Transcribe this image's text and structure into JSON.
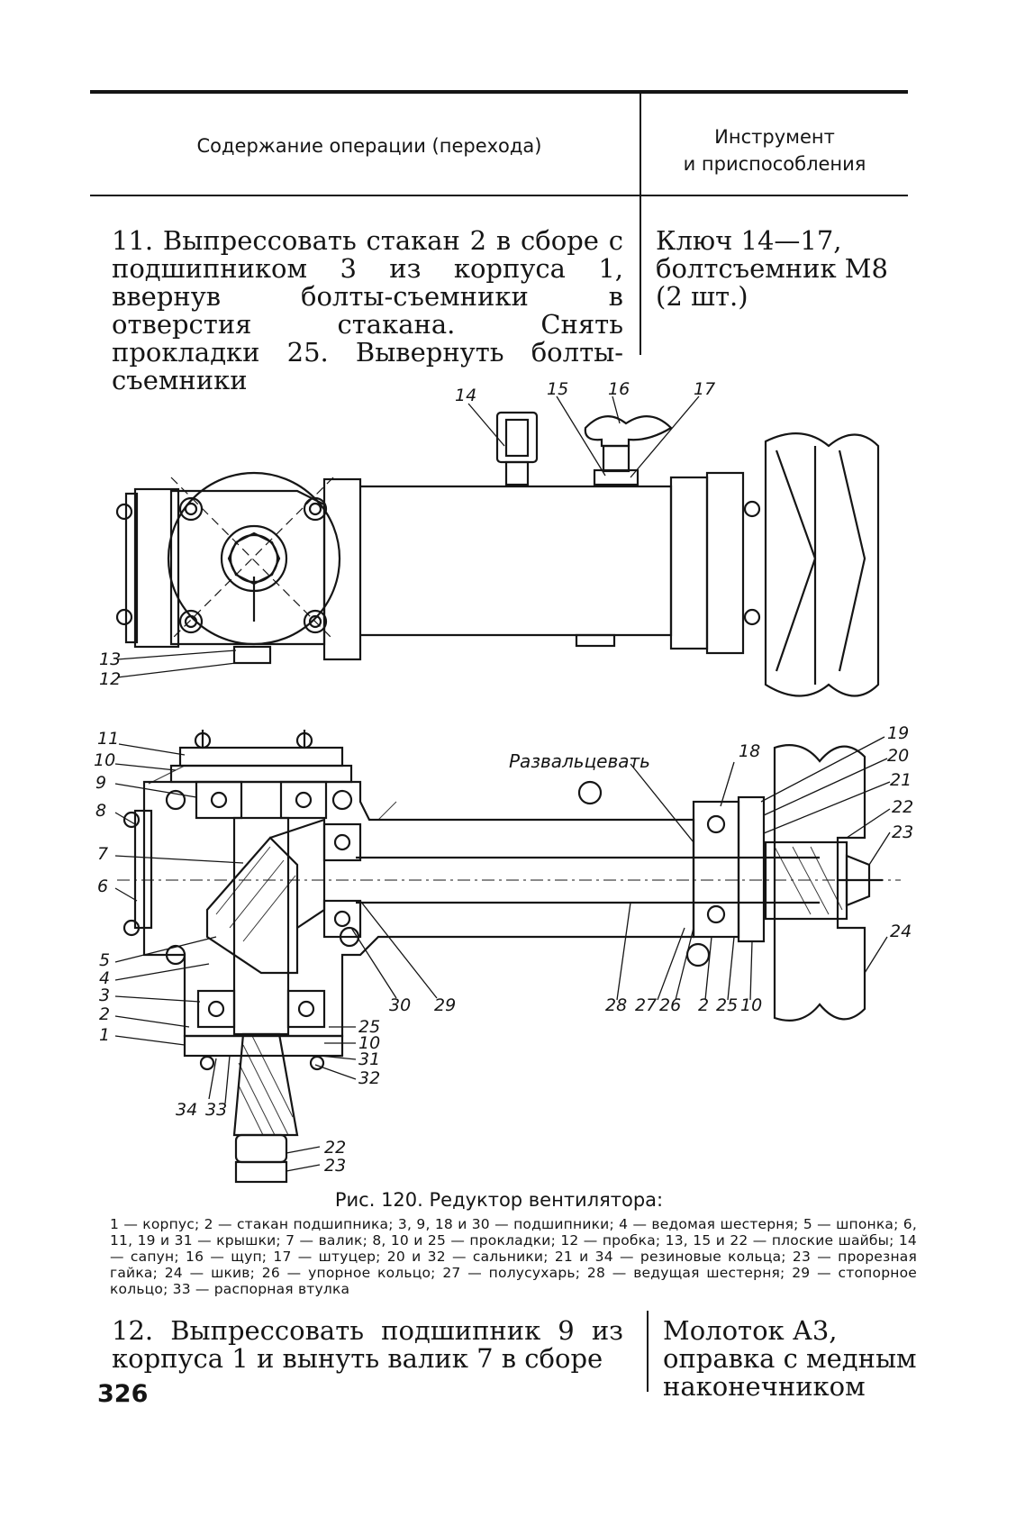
{
  "table_header": {
    "operation_col": "Содержание операции (перехода)",
    "tools_col_line1": "Инструмент",
    "tools_col_line2": "и приспособления"
  },
  "steps": [
    {
      "text": "11. Выпрессовать стакан 2 в сборе с подшипником 3 из корпуса 1, ввернув болты-съемники в отверстия стакана. Снять прокладки 25. Вывернуть болты-съемники",
      "tools": "Ключ 14—17, болтсъемник М8 (2 шт.)"
    },
    {
      "text": "12. Выпрессовать подшипник 9 из корпуса 1 и вынуть валик 7 в сборе",
      "tools": "Молоток А3, оправка с медным наконечником"
    }
  ],
  "figure": {
    "annotation": "Развальцевать",
    "top_view_labels": [
      "14",
      "15",
      "16",
      "17",
      "13",
      "12"
    ],
    "section_labels_left": [
      "11",
      "10",
      "9",
      "8",
      "7",
      "6",
      "5",
      "4",
      "3",
      "2",
      "1"
    ],
    "section_labels_right": [
      "19",
      "20",
      "21",
      "22",
      "23",
      "24",
      "18"
    ],
    "section_labels_bottom": [
      "30",
      "29",
      "28",
      "27",
      "26",
      "2",
      "25",
      "10",
      "25",
      "10",
      "31",
      "32",
      "34",
      "33",
      "22",
      "23"
    ],
    "caption_title": "Рис. 120. Редуктор вентилятора:",
    "legend": "1 — корпус; 2 — стакан подшипника; 3, 9, 18 и 30 — подшипники; 4 — ведомая шестерня; 5 — шпонка; 6, 11, 19 и 31 — крышки; 7 — валик; 8, 10 и 25 — прокладки; 12 — пробка; 13, 15 и 22 — плоские шайбы; 14 — сапун; 16 — щуп; 17 — штуцер; 20 и 32 — сальники; 21 и 34 — резиновые кольца; 23 — прорезная гайка; 24 — шкив; 26 — упорное кольцо; 27 — полусухарь; 28 — ведущая шестерня; 29 — стопорное кольцо; 33 — распорная втулка"
  },
  "page_number": "326"
}
